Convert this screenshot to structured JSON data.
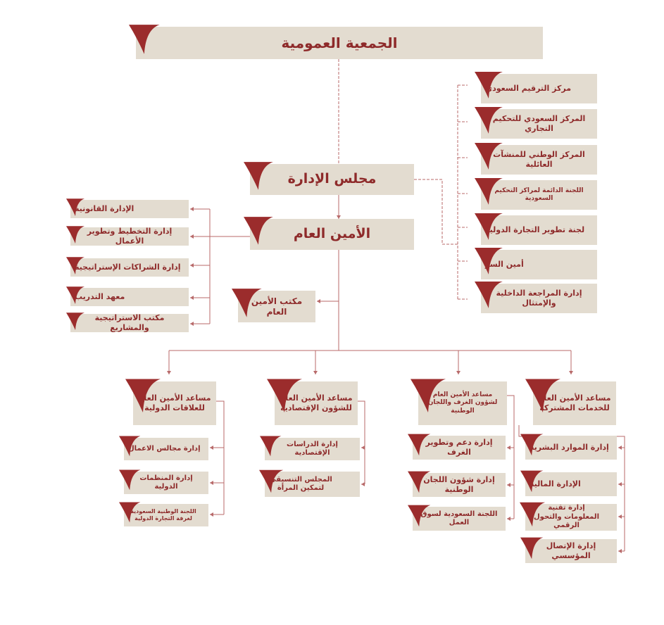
{
  "colors": {
    "accent": "#9b2c2c",
    "box": "#e3dcd0",
    "line": "#b86a6a",
    "text": "#8e2a2a"
  },
  "nodes": {
    "general_assembly": "الجمعية العمومية",
    "board": "مجلس الإدارة",
    "secretary_general": "الأمين العام",
    "sg_office": "مكتب الأمين العام",
    "right_list": [
      "مركز الترقيم السعودي",
      "المركز السعودي للتحكيم التجاري",
      "المركز الوطني للمنشآت العائلية",
      "اللجنة الدائمة لمراكز التحكيم السعودية",
      "لجنة تطوير التجارة الدولية",
      "أمين السر",
      "إدارة المراجعة الداخلية والإمتثال"
    ],
    "left_list": [
      "الإدارة القانونية",
      "إدارة التخطيط وتطوير الأعمال",
      "إدارة الشراكات الإستراتيجية",
      "معهد التدريب",
      "مكتب الاستراتيجية والمشاريع"
    ],
    "assistants": [
      {
        "title": "مساعد الأمين العام للعلاقات الدولية",
        "children": [
          "إدارة مجالس الاعمال",
          "إدارة المنظمات الدولية",
          "اللجنة الوطنية السعودية لغرفة التجارة الدولية"
        ]
      },
      {
        "title": "مساعد الأمين العام للشؤون الإقتصادية",
        "children": [
          "إدارة الدراسات الإقتصادية",
          "المجلس التنسيقي لتمكين المرأة"
        ]
      },
      {
        "title": "مساعد الأمين العام لشؤون الغرف واللجان الوطنية",
        "children": [
          "إدارة دعم وتطوير الغرف",
          "إدارة شؤون اللجان الوطنية",
          "اللجنة السعودية لسوق العمل"
        ]
      },
      {
        "title": "مساعد الأمين العام للخدمات المشتركة",
        "children": [
          "إدارة الموارد البشرية",
          "الإدارة المالية",
          "إدارة تقنية المعلومات والتحول الرقمي",
          "إدارة الإتصال المؤسسي"
        ]
      }
    ]
  }
}
